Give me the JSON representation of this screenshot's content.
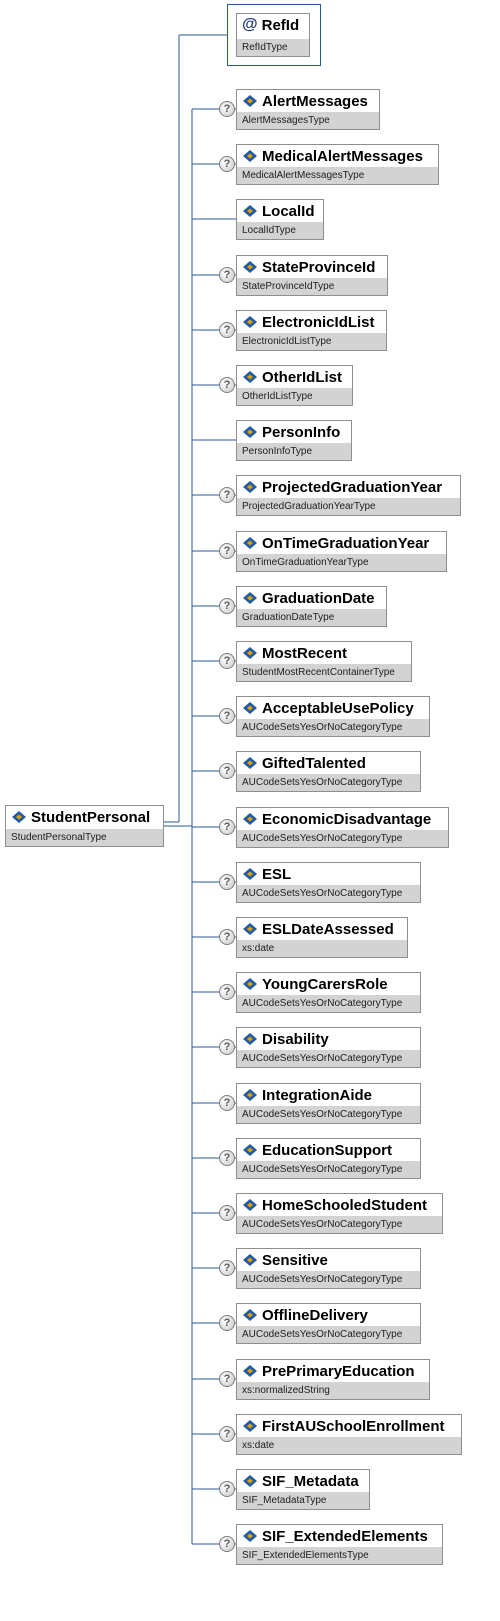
{
  "root": {
    "name": "StudentPersonal",
    "type": "StudentPersonalType"
  },
  "attribute": {
    "symbol": "@",
    "name": "RefId",
    "type": "RefIdType"
  },
  "children": [
    {
      "name": "AlertMessages",
      "type": "AlertMessagesType",
      "optional": true
    },
    {
      "name": "MedicalAlertMessages",
      "type": "MedicalAlertMessagesType",
      "optional": true
    },
    {
      "name": "LocalId",
      "type": "LocalIdType",
      "optional": false
    },
    {
      "name": "StateProvinceId",
      "type": "StateProvinceIdType",
      "optional": true
    },
    {
      "name": "ElectronicIdList",
      "type": "ElectronicIdListType",
      "optional": true
    },
    {
      "name": "OtherIdList",
      "type": "OtherIdListType",
      "optional": true
    },
    {
      "name": "PersonInfo",
      "type": "PersonInfoType",
      "optional": false
    },
    {
      "name": "ProjectedGraduationYear",
      "type": "ProjectedGraduationYearType",
      "optional": true
    },
    {
      "name": "OnTimeGraduationYear",
      "type": "OnTimeGraduationYearType",
      "optional": true
    },
    {
      "name": "GraduationDate",
      "type": "GraduationDateType",
      "optional": true
    },
    {
      "name": "MostRecent",
      "type": "StudentMostRecentContainerType",
      "optional": true
    },
    {
      "name": "AcceptableUsePolicy",
      "type": "AUCodeSetsYesOrNoCategoryType",
      "optional": true
    },
    {
      "name": "GiftedTalented",
      "type": "AUCodeSetsYesOrNoCategoryType",
      "optional": true
    },
    {
      "name": "EconomicDisadvantage",
      "type": "AUCodeSetsYesOrNoCategoryType",
      "optional": true
    },
    {
      "name": "ESL",
      "type": "AUCodeSetsYesOrNoCategoryType",
      "optional": true
    },
    {
      "name": "ESLDateAssessed",
      "type": "xs:date",
      "optional": true
    },
    {
      "name": "YoungCarersRole",
      "type": "AUCodeSetsYesOrNoCategoryType",
      "optional": true
    },
    {
      "name": "Disability",
      "type": "AUCodeSetsYesOrNoCategoryType",
      "optional": true
    },
    {
      "name": "IntegrationAide",
      "type": "AUCodeSetsYesOrNoCategoryType",
      "optional": true
    },
    {
      "name": "EducationSupport",
      "type": "AUCodeSetsYesOrNoCategoryType",
      "optional": true
    },
    {
      "name": "HomeSchooledStudent",
      "type": "AUCodeSetsYesOrNoCategoryType",
      "optional": true
    },
    {
      "name": "Sensitive",
      "type": "AUCodeSetsYesOrNoCategoryType",
      "optional": true
    },
    {
      "name": "OfflineDelivery",
      "type": "AUCodeSetsYesOrNoCategoryType",
      "optional": true
    },
    {
      "name": "PrePrimaryEducation",
      "type": "xs:normalizedString",
      "optional": true
    },
    {
      "name": "FirstAUSchoolEnrollment",
      "type": "xs:date",
      "optional": true
    },
    {
      "name": "SIF_Metadata",
      "type": "SIF_MetadataType",
      "optional": true
    },
    {
      "name": "SIF_ExtendedElements",
      "type": "SIF_ExtendedElementsType",
      "optional": true
    }
  ],
  "colors": {
    "connector": "#2b5797",
    "type_band": "#d3d3d3",
    "node_border": "#8e8e8e",
    "icon_blue": "#1f5aa6",
    "icon_gold": "#e0a100"
  }
}
